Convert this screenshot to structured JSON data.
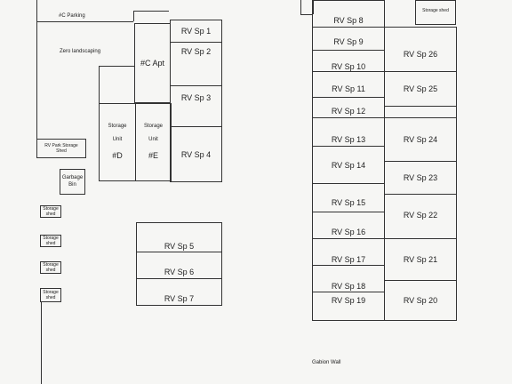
{
  "labels": {
    "c_parking": "#C Parking",
    "zero_landscaping": "Zero landscaping",
    "c_apt": "#C Apt",
    "storage_d_line1": "Storage",
    "storage_d_line2": "Unit",
    "storage_d_line3": "#D",
    "storage_e_line1": "Storage",
    "storage_e_line2": "Unit",
    "storage_e_line3": "#E",
    "rv_park_storage_line1": "RV Park Storage",
    "rv_park_storage_line2": "Shed",
    "garbage_line1": "Garbage",
    "garbage_line2": "Bin",
    "storage_shed_line1": "Storage",
    "storage_shed_line2": "shed",
    "storage_shed_top": "Storage shed",
    "gabion_wall": "Gabion Wall"
  },
  "spaces": {
    "sp1": "RV Sp 1",
    "sp2": "RV Sp 2",
    "sp3": "RV Sp 3",
    "sp4": "RV Sp 4",
    "sp5": "RV Sp 5",
    "sp6": "RV Sp 6",
    "sp7": "RV Sp 7",
    "sp8": "RV Sp 8",
    "sp9": "RV Sp 9",
    "sp10": "RV Sp 10",
    "sp11": "RV Sp 11",
    "sp12": "RV Sp 12",
    "sp13": "RV Sp 13",
    "sp14": "RV Sp 14",
    "sp15": "RV Sp 15",
    "sp16": "RV Sp 16",
    "sp17": "RV Sp 17",
    "sp18": "RV Sp 18",
    "sp19": "RV Sp 19",
    "sp20": "RV Sp 20",
    "sp21": "RV Sp 21",
    "sp22": "RV Sp 22",
    "sp23": "RV Sp 23",
    "sp24": "RV Sp 24",
    "sp25": "RV Sp 25",
    "sp26": "RV Sp 26"
  }
}
